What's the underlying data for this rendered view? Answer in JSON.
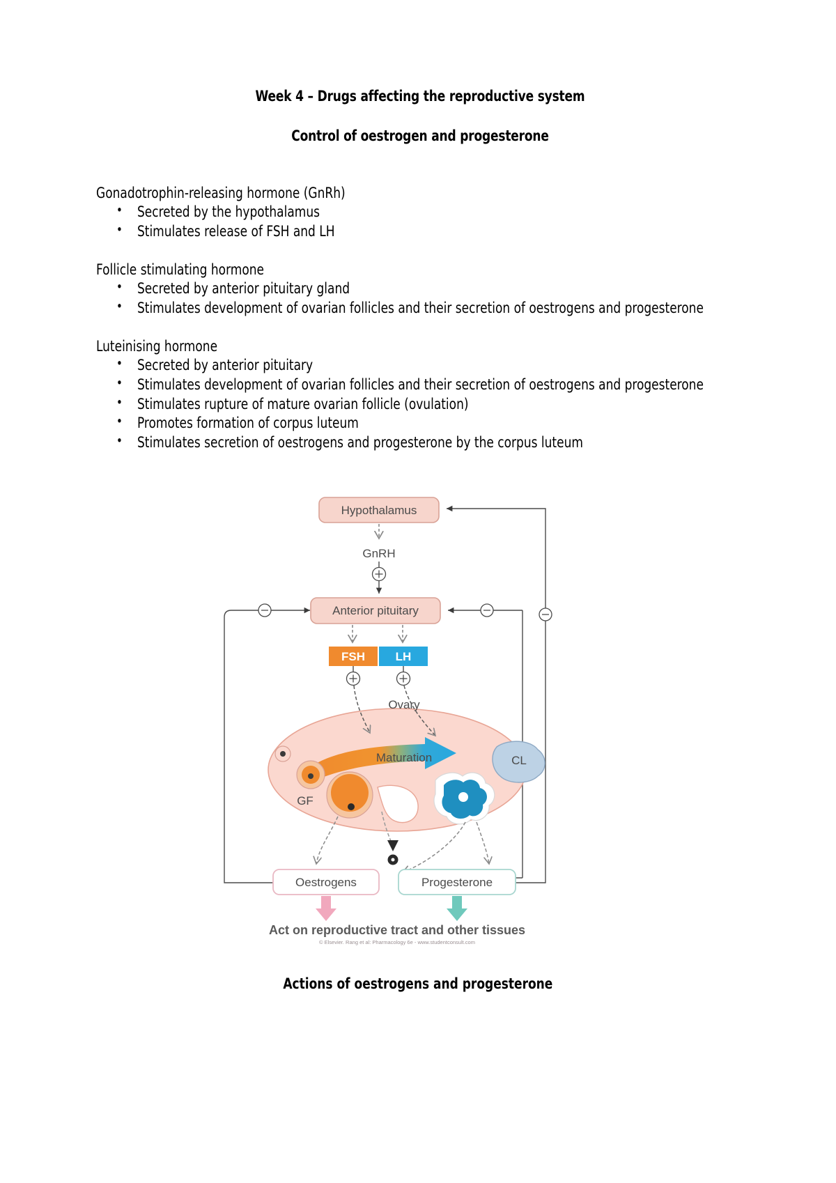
{
  "document": {
    "title": "Week 4 – Drugs affecting the reproductive system",
    "subtitle": "Control of oestrogen and progesterone",
    "sections": [
      {
        "heading": "Gonadotrophin-releasing hormone (GnRh)",
        "bullets": [
          "Secreted by the hypothalamus",
          "Stimulates release of FSH and LH"
        ]
      },
      {
        "heading": "Follicle stimulating hormone",
        "bullets": [
          "Secreted by anterior pituitary gland",
          "Stimulates development of ovarian follicles and their secretion of oestrogens and progesterone"
        ]
      },
      {
        "heading": "Luteinising hormone",
        "bullets": [
          "Secreted by anterior pituitary",
          "Stimulates development of ovarian follicles and their secretion of oestrogens and progesterone",
          "Stimulates rupture of mature ovarian follicle (ovulation)",
          "Promotes formation of corpus luteum",
          "Stimulates secretion of oestrogens and progesterone by the corpus luteum"
        ]
      }
    ],
    "footer_heading": "Actions of oestrogens and progesterone"
  },
  "figure": {
    "nodes": {
      "hypothalamus": "Hypothalamus",
      "gnrh": "GnRH",
      "anterior_pituitary": "Anterior pituitary",
      "fsh": "FSH",
      "lh": "LH",
      "ovary": "Ovary",
      "maturation": "Maturation",
      "gf": "GF",
      "cl": "CL",
      "oestrogens": "Oestrogens",
      "progesterone": "Progesterone"
    },
    "caption": "Act on reproductive tract and other tissues",
    "credit": "© Elsevier. Rang et al: Pharmacology 6e - www.studentconsult.com",
    "signs": {
      "plus": "+",
      "minus": "−"
    },
    "colors": {
      "box_pink_fill": "#f7d5cc",
      "box_pink_stroke": "#d9a296",
      "fsh_orange": "#f08a2e",
      "lh_blue": "#28a8df",
      "ovary_fill": "#fbd8cf",
      "ovary_stroke": "#e8a595",
      "cl_fill": "#bdd2e5",
      "cl_stroke": "#8ea9c4",
      "oestrogen_arrow": "#f1a8bd",
      "progesterone_arrow": "#6fc9bc",
      "oestrogens_stroke": "#e9b8c3",
      "progesterone_stroke": "#a8d6cf",
      "line_gray": "#4a4a4a",
      "text_gray": "#4b4b4b"
    }
  }
}
